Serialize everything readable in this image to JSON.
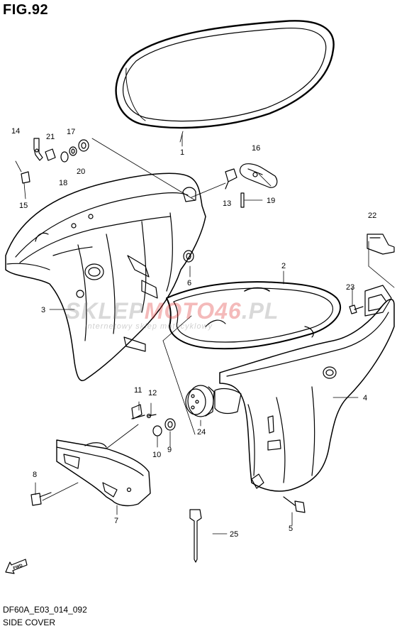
{
  "figure": {
    "title": "FIG.92"
  },
  "footer": {
    "code": "DF60A_E03_014_092",
    "name": "SIDE COVER"
  },
  "watermark": {
    "main_a": "SKLEP",
    "main_b": "MOTO",
    "main_c": "46",
    "main_d": ".PL",
    "sub": "internetowy sklep motocyklowy"
  },
  "fwd_label": "FWD",
  "callouts": {
    "p1": "1",
    "p2": "2",
    "p3": "3",
    "p4": "4",
    "p5": "5",
    "p6": "6",
    "p7": "7",
    "p8": "8",
    "p9": "9",
    "p10": "10",
    "p11": "11",
    "p12": "12",
    "p13": "13",
    "p14": "14",
    "p15": "15",
    "p16": "16",
    "p17": "17",
    "p18": "18",
    "p19": "19",
    "p20": "20",
    "p21": "21",
    "p22": "22",
    "p23": "23",
    "p24": "24",
    "p25": "25"
  },
  "colors": {
    "line": "#000000",
    "background": "#ffffff",
    "watermark_accent": "#dc2828"
  }
}
